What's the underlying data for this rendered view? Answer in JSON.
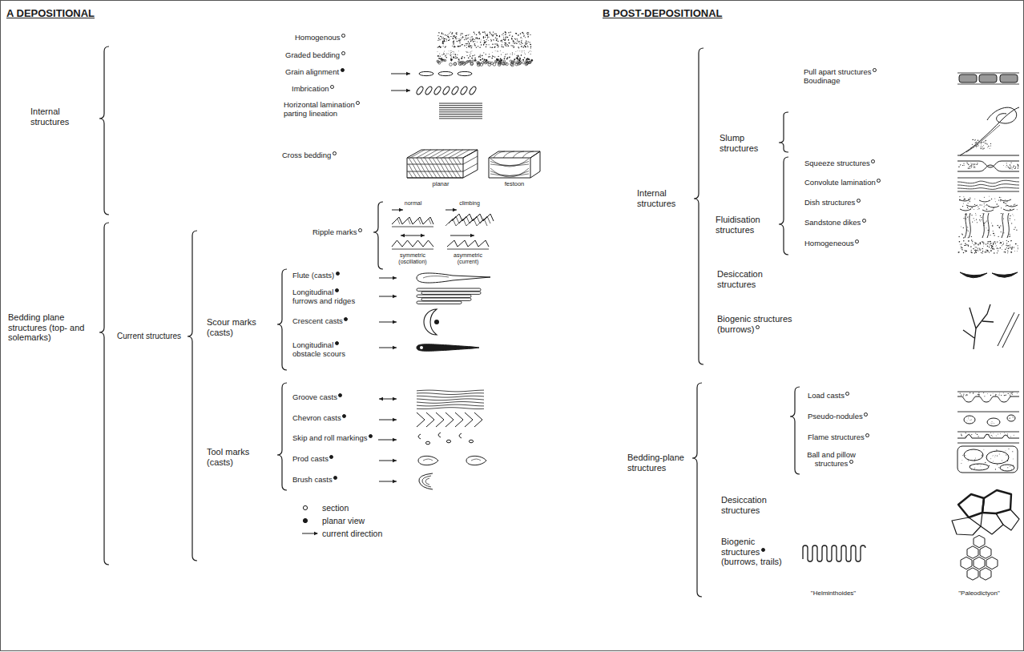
{
  "diagram": {
    "labels": [
      "A DEPOSITIONAL",
      "Internal structures",
      "Homogenous",
      "Graded bedding",
      "Grain alignment",
      "Imbrication",
      "Horizontal lamination parting lineation",
      "Cross bedding",
      "planar",
      "festoon",
      "Bedding plane structures (top- and solemarks)",
      "Current structures",
      "Ripple marks",
      "normal",
      "climbing",
      "symmetric (oscillation)",
      "asymmetric (current)",
      "Scour marks (casts)",
      "Flute (casts)",
      "Longitudinal furrows and ridges",
      "Crescent casts",
      "Longitudinal obstacle scours",
      "Tool marks (casts)",
      "Groove casts",
      "Chevron casts",
      "Skip and roll markings",
      "Prod casts",
      "Brush casts",
      "B POST-DEPOSITIONAL",
      "Pull apart structures Boudinage",
      "Internal structures",
      "Slump structures",
      "Squeeze structures",
      "Convolute lamination",
      "Fluidisation structures",
      "Dish structures",
      "Sandstone dikes",
      "Homogeneous",
      "Desiccation structures",
      "Biogenic structures (burrows)",
      "Load casts",
      "Pseudo-nodules",
      "Bedding-plane structures",
      "Flame structures",
      "Ball and pillow structures",
      "Desiccation structures",
      "Biogenic structures (burrows, trails)",
      "\"Helminthoides\"",
      "\"Paleodictyon\""
    ],
    "legend": [
      {
        "text": "section"
      },
      {
        "text": "planar view"
      },
      {
        "text": "current direction"
      }
    ]
  }
}
